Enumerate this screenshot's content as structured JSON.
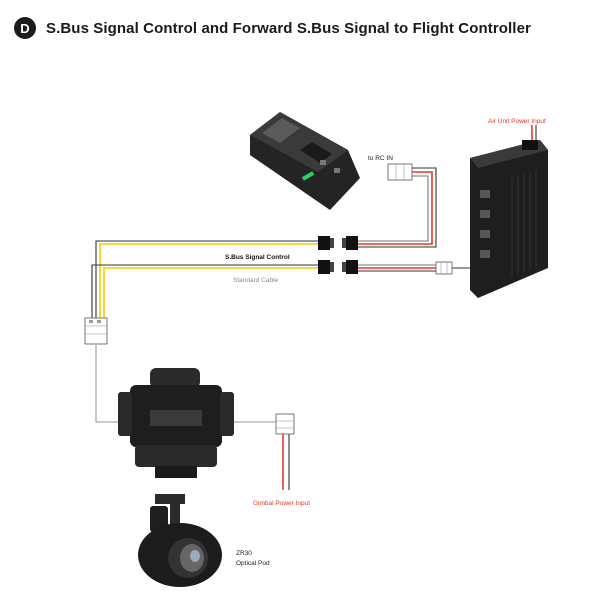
{
  "header": {
    "badge": "D",
    "title": "S.Bus Signal Control and Forward S.Bus Signal to Flight Controller"
  },
  "labels": {
    "air_unit_power": "Air Unit Power Input",
    "to_rc_in": "to RC IN",
    "sbus_signal_control": "S.Bus Signal Control",
    "standard_cable": "Standard Cable",
    "gimbal_power_input": "Gimbal Power Input",
    "pod_model": "ZR30",
    "pod_name": "Optical Pod"
  },
  "colors": {
    "wire_red": "#e5382a",
    "wire_yellow": "#f0d000",
    "wire_grey": "#9a9a9a",
    "device_body": "#1e1e1e",
    "title_text": "#1a1a1a"
  }
}
